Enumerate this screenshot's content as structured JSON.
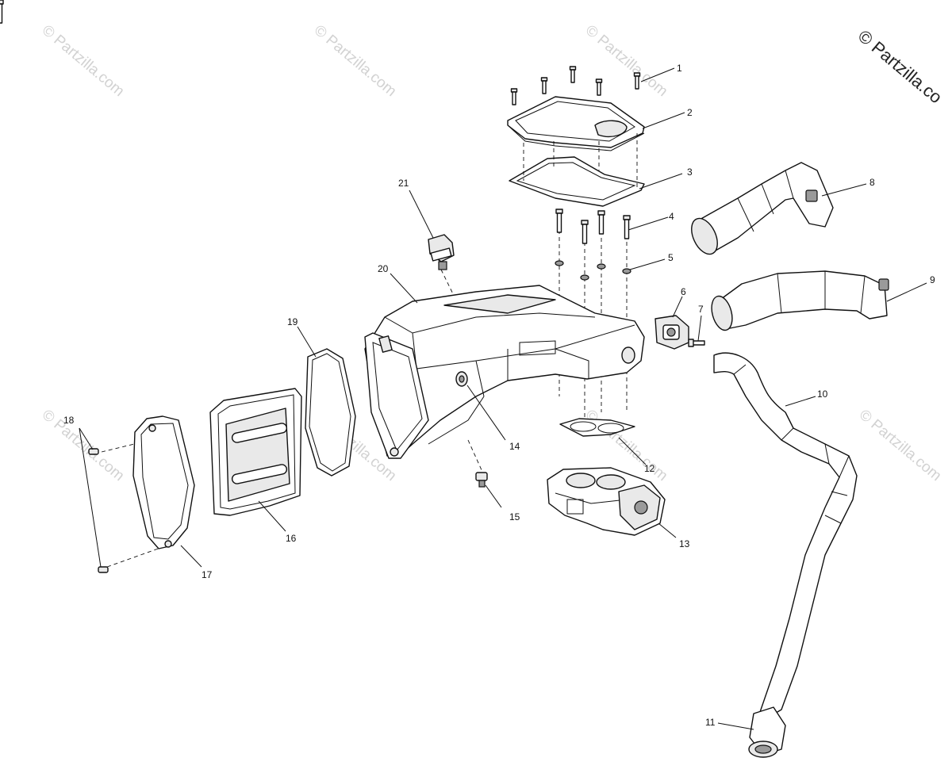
{
  "watermark": {
    "text": "© Partzilla.com",
    "corner_text": "© Partzilla.co",
    "color": "#d2d2d2"
  },
  "callouts": [
    "1",
    "2",
    "3",
    "4",
    "5",
    "6",
    "7",
    "8",
    "9",
    "10",
    "11",
    "12",
    "13",
    "14",
    "15",
    "16",
    "17",
    "18",
    "19",
    "20",
    "21"
  ],
  "parts": [
    "screw-1",
    "air-box-cover-2",
    "cover-gasket-3",
    "screw-4",
    "washer-5",
    "sensor-6",
    "screw-7",
    "intake-duct-8",
    "intake-duct-9",
    "hose-10",
    "hose-end-11",
    "throttle-body-gasket-12",
    "throttle-body-13",
    "grommet-14",
    "drain-plug-15",
    "air-filter-16",
    "filter-cover-17",
    "cover-screw-18",
    "filter-seal-19",
    "air-box-20",
    "sensor-21"
  ]
}
